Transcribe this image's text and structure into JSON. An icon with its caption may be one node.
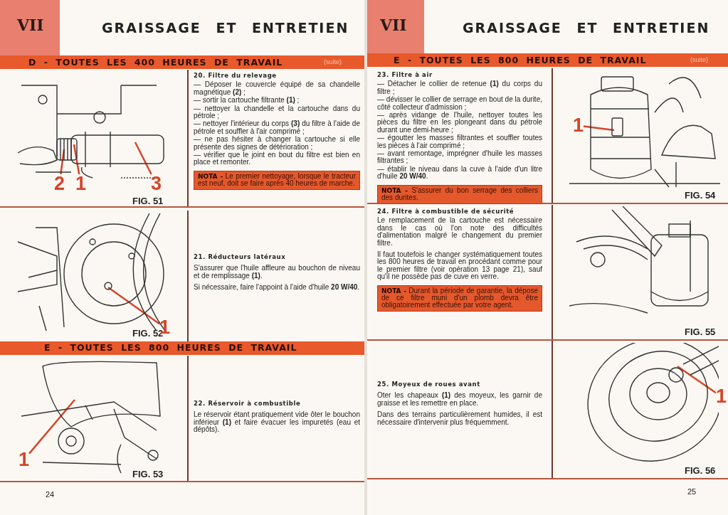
{
  "diagram": {
    "nodes": [
      {
        "text": [
          "2"
        ]
      },
      {
        "text": [
          "1"
        ]
      },
      {
        "text": [
          "3"
        ]
      },
      {
        "text": [
          "1"
        ]
      },
      {
        "text": [
          "1"
        ]
      },
      {
        "text": [
          "1"
        ]
      },
      {
        "text": [
          "1"
        ]
      }
    ],
    "edges": [
      {
        "from": 0,
        "to": null,
        "arrow": "none"
      },
      {
        "from": 1,
        "to": null,
        "arrow": "none"
      },
      {
        "from": 2,
        "to": null,
        "arrow": "none"
      },
      {
        "from": 3,
        "to": null,
        "arrow": "none"
      },
      {
        "from": 4,
        "to": null,
        "arrow": "none"
      },
      {
        "from": 5,
        "to": null,
        "arrow": "none"
      },
      {
        "from": 6,
        "to": null,
        "arrow": "none"
      }
    ],
    "labels": [
      "VII",
      "GRAISSAGE ET ENTRETIEN",
      "D - TOUTES LES 400 HEURES DE TRAVAIL",
      "(suite)",
      "FIG. 51",
      "20. Filtre du relevage",
      "— Déposer le couvercle équipé de sa chandelle magnétique **(2)** ;",
      "— sortir la cartouche filtrante **(1)** ;",
      "— nettoyer la chandelle et la cartouche dans du pétrole ;",
      "— nettoyer l'intérieur du corps **(3)** du filtre à l'aide de pétrole et souffler à l'air comprimé ;",
      "— ne pas hésiter à changer la cartouche si elle présente des signes de détérioration ;",
      "— vérifier que le joint en bout du filtre est bien en place et remonter.",
      "**NOTA -** Le premier nettoyage, lorsque le tracteur est neuf, doit se faire après 40 heures de marche.",
      "FIG. 52",
      "21. Réducteurs latéraux",
      "S'assurer que l'huile affleure au bouchon de niveau et de remplissage **(1)**.",
      "Si nécessaire, faire l'appoint à l'aide d'huile **20 W/40**.",
      "E - TOUTES LES 800 HEURES DE TRAVAIL",
      "FIG. 53",
      "22. Réservoir à combustible",
      "Le réservoir étant pratiquement vide ôter le bouchon inférieur **(1)** et faire évacuer les impuretés (eau et dépôts).",
      "24",
      "VII",
      "GRAISSAGE ET ENTRETIEN",
      "E - TOUTES LES 800 HEURES DE TRAVAIL",
      "(suite)",
      "23. Filtre à air",
      "— Détacher le collier de retenue **(1)** du corps du filtre ;",
      "— dévisser le collier de serrage en bout de la durite, côté collecteur d'admission ;",
      "— après vidange de l'huile, nettoyer toutes les pièces du filtre en les plongeant dans du pétrole durant une demi-heure ;",
      "— égoutter les masses filtrantes et souffler toutes les pièces à l'air comprimé ;",
      "— avant remontage, imprégner d'huile les masses filtrantes ;",
      "— établir le niveau dans la cuve à l'aide d'un litre d'huile **20 W/40**.",
      "**NOTA -** S'assurer du bon serrage des colliers des durites.",
      "FIG. 54",
      "24. Filtre à combustible de sécurité",
      "Le remplacement de la cartouche est nécessaire dans le cas où l'on note des difficultés d'alimentation malgré le changement du premier filtre.",
      "Il faut toutefois le changer systématiquement toutes les 800 heures de travail en procédant comme pour le premier filtre (voir opération 13 page 21), sauf qu'il ne possède pas de cuve en verre.",
      "**NOTA -** Durant la période de garantie, la dépose de ce filtre muni d'un plomb devra être obligatoirement effectuée par votre agent.",
      "FIG. 55",
      "25. Moyeux de roues avant",
      "Oter les chapeaux **(1)** des moyeux, les garnir de graisse et les remettre en place.",
      "Dans des terrains particulièrement humides, il est nécessaire d'intervenir plus fréquemment.",
      "FIG. 56",
      "25"
    ]
  }
}
